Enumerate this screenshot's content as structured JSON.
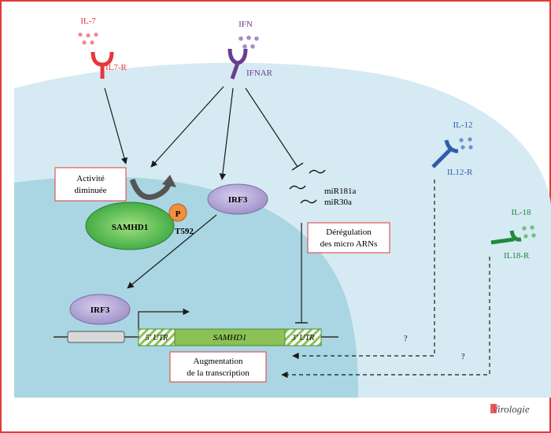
{
  "ligands": {
    "il7": "IL-7",
    "il7r": "IL7-R",
    "ifn": "IFN",
    "ifnar": "IFNAR",
    "il12": "IL-12",
    "il12r": "IL12-R",
    "il18": "IL-18",
    "il18r": "IL18-R"
  },
  "boxes": {
    "activite_line1": "Activité",
    "activite_line2": "diminuée",
    "deregulation_line1": "Dérégulation",
    "deregulation_line2": "des micro ARNs",
    "augmentation_line1": "Augmentation",
    "augmentation_line2": "de la transcription"
  },
  "proteins": {
    "samhd1": "SAMHD1",
    "phospho": "P",
    "t592": "T592",
    "irf3_cytoplasm": "IRF3",
    "irf3_nucleus": "IRF3"
  },
  "mirnas": [
    "miR181a",
    "miR30a"
  ],
  "gene": {
    "utr5": "5' UTR",
    "name": "SAMHD1",
    "utr3": "3' UTR"
  },
  "question_marks": [
    "?",
    "?"
  ],
  "logo": "Virologie",
  "colors": {
    "il7": "#e8343c",
    "ifn": "#6a3d8f",
    "il12": "#2f5ea8",
    "il18": "#1f8a3c",
    "cell": "#d6eaf3",
    "nucleus": "#a9d6e2",
    "samhd1": "#3aa53f",
    "irf3": "#a99bcd",
    "gene": "#8cc155",
    "phospho": "#f28f3b",
    "border": "#e23a3a"
  }
}
